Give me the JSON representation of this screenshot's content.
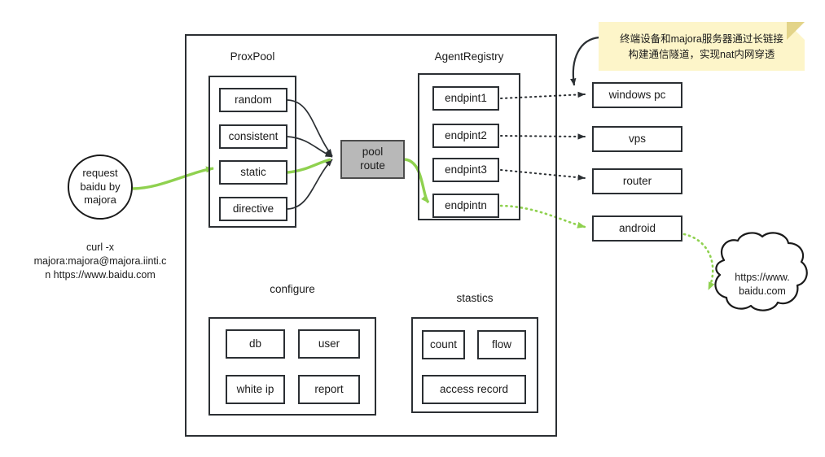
{
  "diagram": {
    "client": {
      "circle_label": "request\nbaidu by\nmajora",
      "curl_command": "curl -x\nmajora:majora@majora.iinti.c\nn https://www.baidu.com"
    },
    "server": {
      "proxpool": {
        "title": "ProxPool",
        "strategies": [
          {
            "label": "random"
          },
          {
            "label": "consistent"
          },
          {
            "label": "static"
          },
          {
            "label": "directive"
          }
        ]
      },
      "pool_route": {
        "label": "pool\nroute"
      },
      "agent_registry": {
        "title": "AgentRegistry",
        "endpoints": [
          {
            "label": "endpint1"
          },
          {
            "label": "endpint2"
          },
          {
            "label": "endpint3"
          },
          {
            "label": "endpintn"
          }
        ]
      },
      "configure": {
        "title": "configure",
        "items": [
          {
            "label": "db"
          },
          {
            "label": "user"
          },
          {
            "label": "white ip"
          },
          {
            "label": "report"
          }
        ]
      },
      "stastics": {
        "title": "stastics",
        "items": [
          {
            "label": "count"
          },
          {
            "label": "flow"
          },
          {
            "label": "access record"
          }
        ]
      }
    },
    "devices": [
      {
        "label": "windows pc"
      },
      {
        "label": "vps"
      },
      {
        "label": "router"
      },
      {
        "label": "android"
      }
    ],
    "note": {
      "text": "终端设备和majora服务器通过长链接\n构建通信隧道，实现nat内网穿透"
    },
    "target": {
      "label": "https://www.\nbaidu.com"
    },
    "colors": {
      "stroke": "#2b2f33",
      "flow_green": "#8fd14f",
      "note_bg": "#fdf5c9",
      "note_fold": "#e3d489",
      "pool_route_fill": "#b8b8b8"
    }
  }
}
